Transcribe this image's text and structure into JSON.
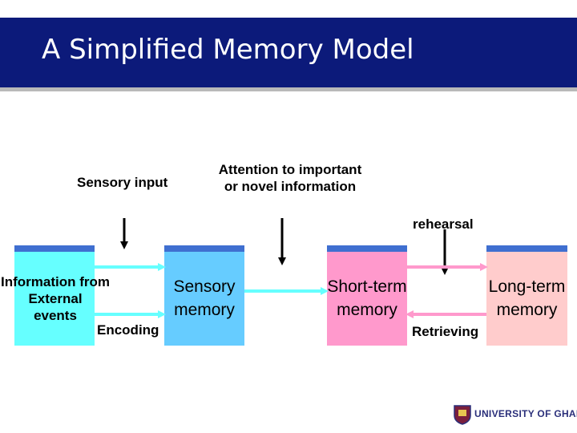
{
  "title": "A Simplified Memory Model",
  "labels": {
    "sensory_input": "Sensory input",
    "attention_line1": "Attention to important",
    "attention_line2": "or novel information",
    "rehearsal": "rehearsal",
    "encoding": "Encoding",
    "retrieving": "Retrieving"
  },
  "boxes": {
    "external": {
      "line1": "Information from",
      "line2": "External",
      "line3": "events"
    },
    "sensory": {
      "line1": "Sensory",
      "line2": "memory"
    },
    "short_term": {
      "line1": "Short-term",
      "line2": "memory"
    },
    "long_term": {
      "line1": "Long-term",
      "line2": "memory"
    }
  },
  "logo": {
    "text": "UNIVERSITY OF GHANA"
  },
  "colors": {
    "header": "#0c1a7a",
    "external_box": "#66ffff",
    "sensory_box": "#66ccff",
    "short_term_box": "#ff99cc",
    "long_term_box": "#ffcccc",
    "arrow_cyan": "#66ffff",
    "arrow_pink": "#ff99cc"
  }
}
